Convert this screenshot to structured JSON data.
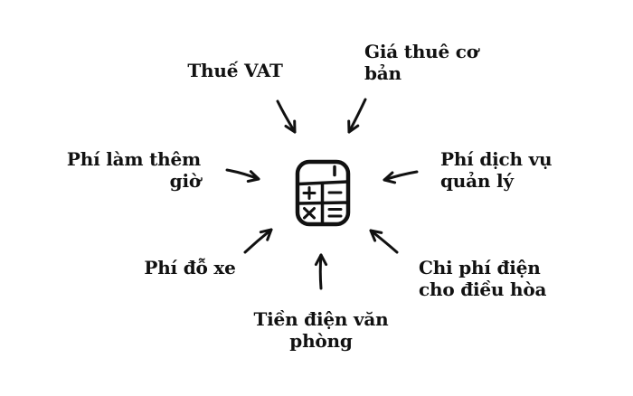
{
  "diagram": {
    "type": "spider-map",
    "background_color": "#ffffff",
    "ink_color": "#111111",
    "center": {
      "icon": "calculator-icon",
      "icon_symbols": [
        "+",
        "−",
        "×",
        "="
      ]
    },
    "labels": {
      "thue_vat": {
        "text": "Thuế VAT",
        "lines": [
          "Thuế VAT"
        ]
      },
      "gia_thue_co_ban": {
        "text": "Giá thuê cơ bản",
        "lines": [
          "Giá thuê cơ",
          "bản"
        ]
      },
      "phi_lam_them_gio": {
        "text": "Phí làm thêm giờ",
        "lines": [
          "Phí làm thêm",
          "giờ"
        ]
      },
      "phi_dich_vu_quan_ly": {
        "text": "Phí dịch vụ quản lý",
        "lines": [
          "Phí dịch vụ",
          "quản lý"
        ]
      },
      "phi_do_xe": {
        "text": "Phí đỗ xe",
        "lines": [
          "Phí đỗ xe"
        ]
      },
      "chi_phi_dien_cho_dieu_hoa": {
        "text": "Chi phí điện cho điều hòa",
        "lines": [
          "Chi phí điện",
          "cho điều hòa"
        ]
      },
      "tien_dien_van_phong": {
        "text": "Tiền điện văn phòng",
        "lines": [
          "Tiền điện văn",
          "phòng"
        ]
      }
    },
    "arrows": [
      {
        "from": "thue_vat",
        "to": "calculator"
      },
      {
        "from": "gia_thue_co_ban",
        "to": "calculator"
      },
      {
        "from": "phi_lam_them_gio",
        "to": "calculator"
      },
      {
        "from": "phi_dich_vu_quan_ly",
        "to": "calculator"
      },
      {
        "from": "phi_do_xe",
        "to": "calculator"
      },
      {
        "from": "chi_phi_dien_cho_dieu_hoa",
        "to": "calculator"
      },
      {
        "from": "tien_dien_van_phong",
        "to": "calculator"
      }
    ]
  }
}
